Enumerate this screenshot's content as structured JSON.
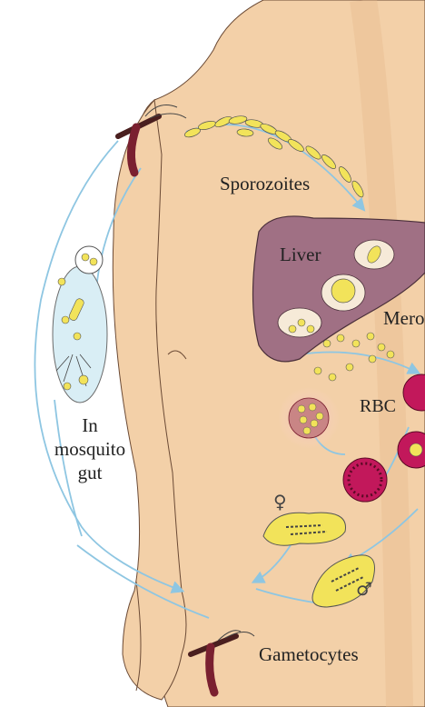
{
  "labels": {
    "sporozoites": "Sporozoites",
    "liver": "Liver",
    "merozoites": "Mero",
    "rbc": "RBC",
    "gametocytes": "Gametocytes",
    "mosquito_gut": [
      "In",
      "mosquito",
      "gut"
    ],
    "female_symbol": "♀",
    "male_symbol": "♂"
  },
  "colors": {
    "skin": "#f3d0a8",
    "skin_shadow": "#e6b88a",
    "liver": "#a07084",
    "parasite": "#f2e35a",
    "rbc": "#c2185b",
    "arrow": "#8ec6e2"
  }
}
